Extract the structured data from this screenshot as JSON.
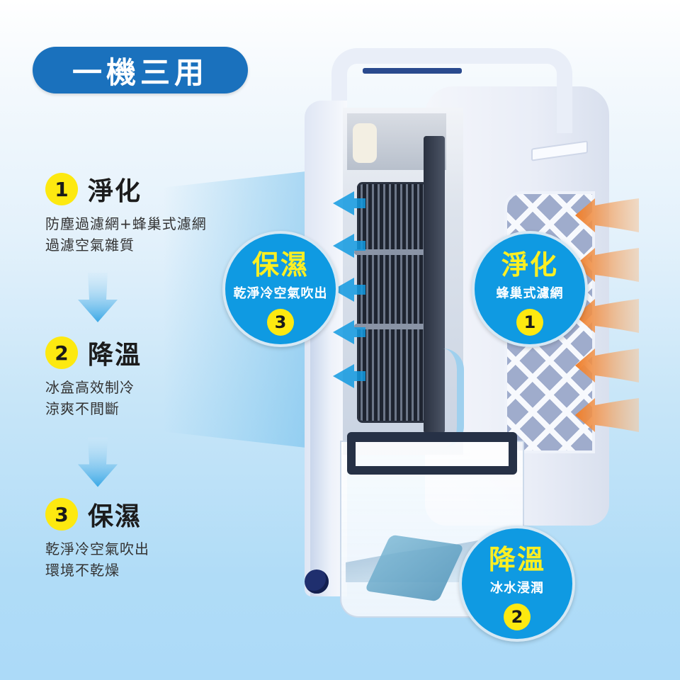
{
  "title": "一機三用",
  "features": [
    {
      "number": "1",
      "label": "淨化",
      "desc_lines": [
        "防塵過濾網+蜂巢式濾網",
        "過濾空氣雜質"
      ]
    },
    {
      "number": "2",
      "label": "降溫",
      "desc_lines": [
        "冰盒高效制冷",
        "涼爽不間斷"
      ]
    },
    {
      "number": "3",
      "label": "保濕",
      "desc_lines": [
        "乾淨冷空氣吹出",
        "環境不乾燥"
      ]
    }
  ],
  "callouts": {
    "humidify": {
      "title": "保濕",
      "sub": "乾淨冷空氣吹出",
      "number": "3"
    },
    "purify": {
      "title": "淨化",
      "sub": "蜂巢式濾網",
      "number": "1"
    },
    "cooling": {
      "title": "降溫",
      "sub": "冰水浸潤",
      "number": "2"
    }
  },
  "colors": {
    "title_pill": "#1a71bd",
    "number_badge": "#fde910",
    "callout_circle": "#0f9ae2",
    "callout_title": "#fcef22",
    "intake_arrow": "#ef7e2a",
    "outflow_arrow": "#129ae0",
    "background_bottom": "#acdaf8"
  },
  "icons": {
    "down_arrow": "down-arrow-icon",
    "intake_arrows": "orange-intake-arrow-icon",
    "outflow_arrows": "blue-outflow-arrow-icon"
  }
}
